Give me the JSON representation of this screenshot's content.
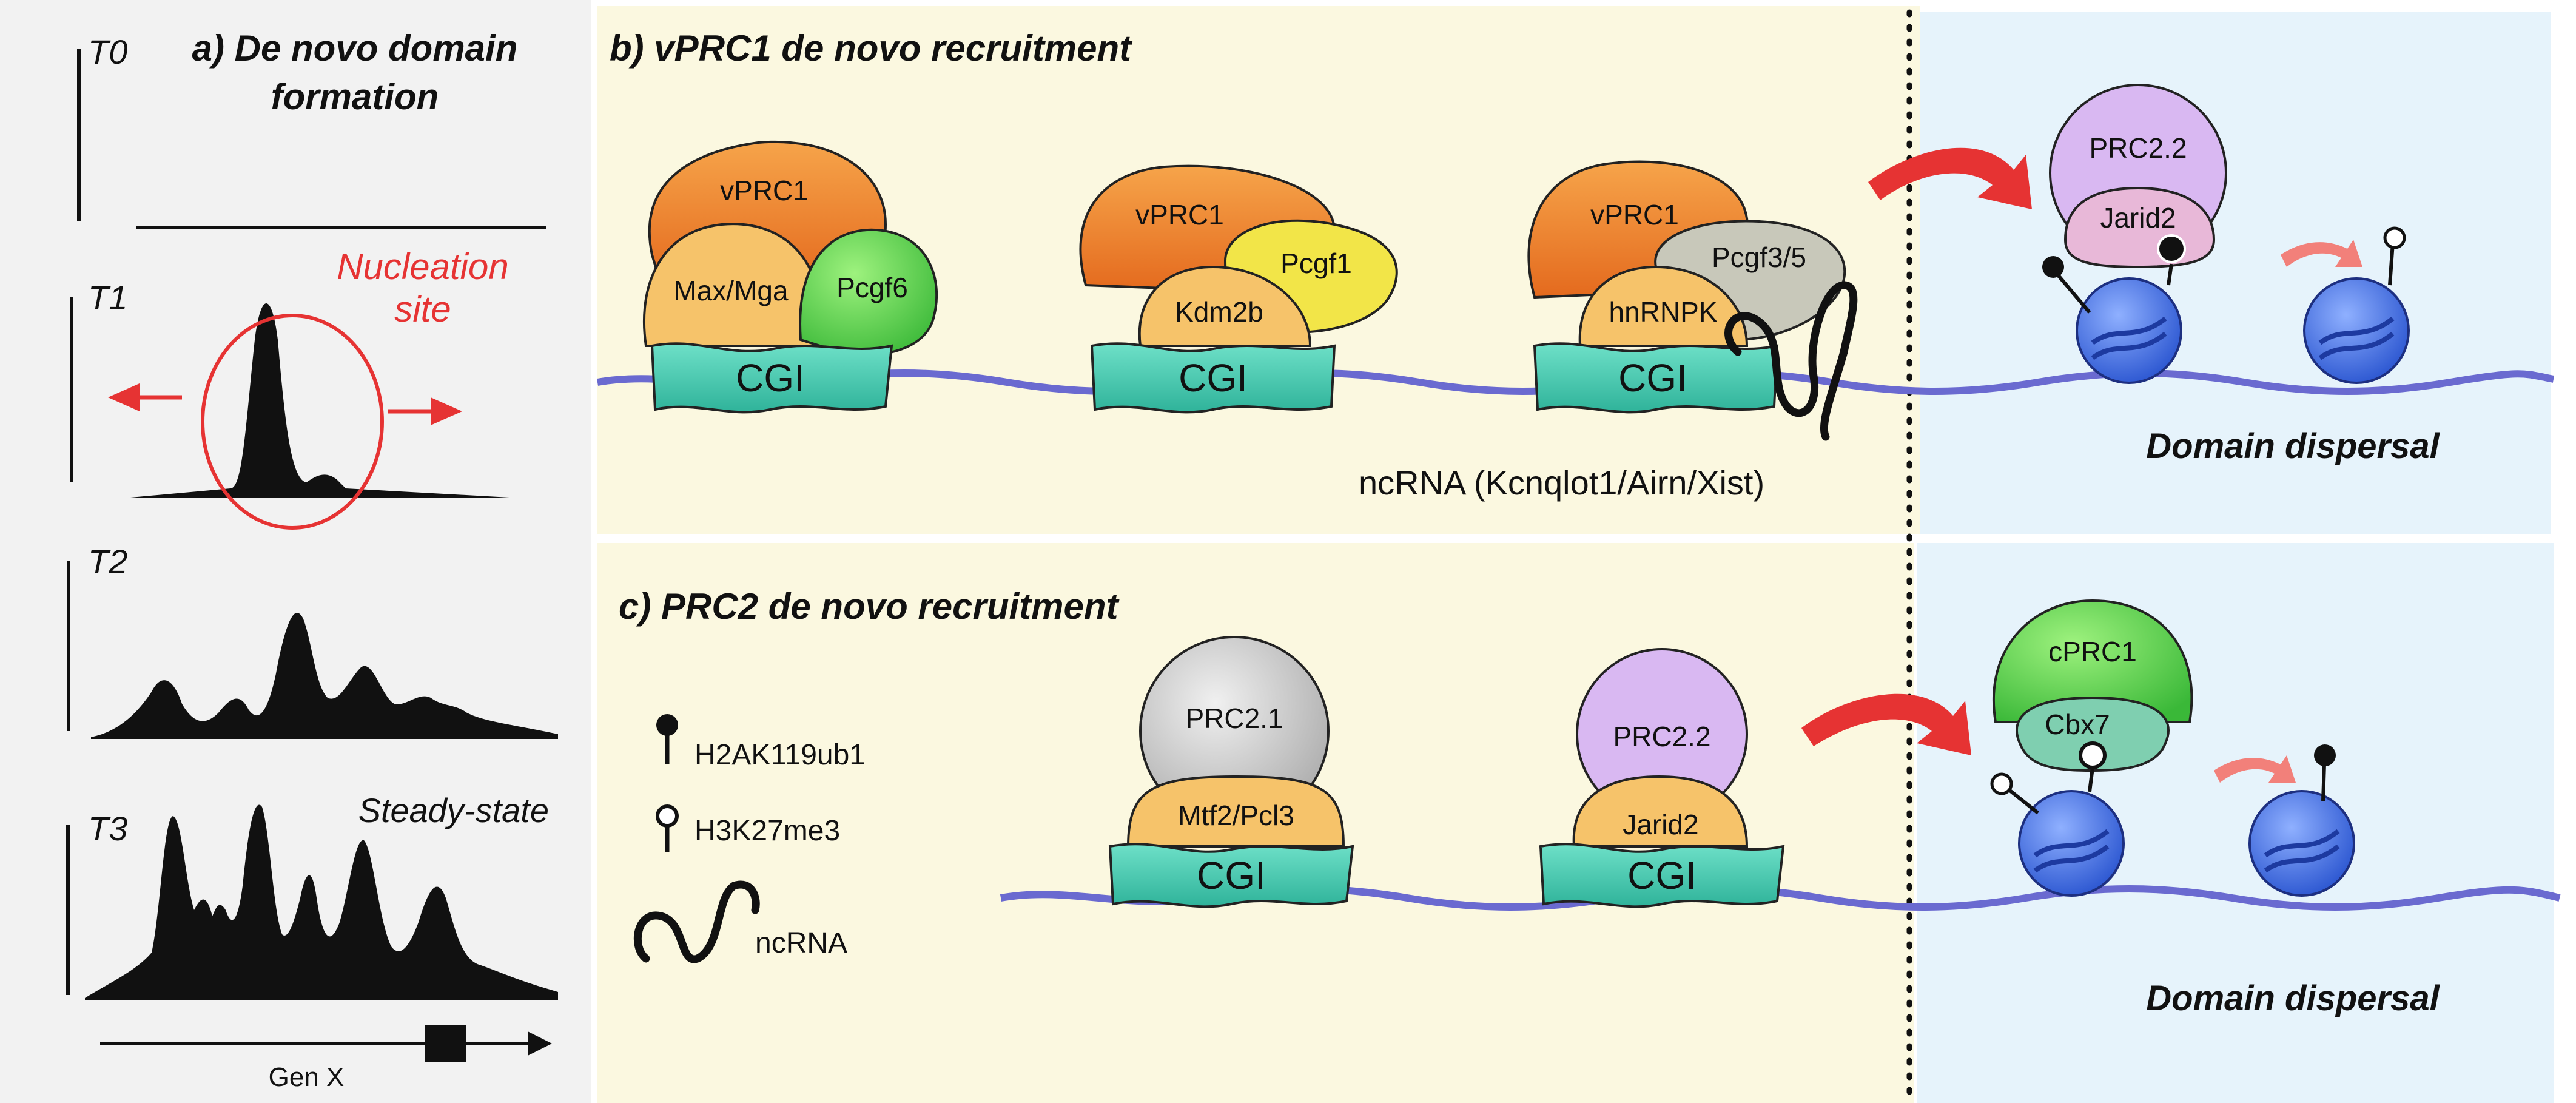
{
  "panel_a": {
    "title_line1": "a) De novo domain",
    "title_line2": "formation",
    "timepoints": [
      "T0",
      "T1",
      "T2",
      "T3"
    ],
    "nucleation_label_line1": "Nucleation",
    "nucleation_label_line2": "site",
    "steady_state_label": "Steady-state",
    "gene_label": "Gen X"
  },
  "panel_b": {
    "title": "b) vPRC1 de novo recruitment",
    "complex1": {
      "core": "vPRC1",
      "left": "Max/Mga",
      "right": "Pcgf6",
      "site": "CGI"
    },
    "complex2": {
      "core": "vPRC1",
      "left": "Kdm2b",
      "right": "Pcgf1",
      "site": "CGI"
    },
    "complex3": {
      "core": "vPRC1",
      "left": "hnRNPK",
      "right": "Pcgf3/5",
      "site": "CGI"
    },
    "ncrna_label": "ncRNA (Kcnqlot1/Airn/Xist)",
    "dispersal": {
      "complex": "PRC2.2",
      "subunit": "Jarid2",
      "label": "Domain dispersal"
    }
  },
  "panel_c": {
    "title": "c) PRC2 de novo recruitment",
    "legend": [
      {
        "icon": "filled-pin-icon",
        "label": "H2AK119ub1"
      },
      {
        "icon": "open-pin-icon",
        "label": "H3K27me3"
      },
      {
        "icon": "ncrna-squiggle-icon",
        "label": "ncRNA"
      }
    ],
    "complex1": {
      "core": "PRC2.1",
      "subunit": "Mtf2/Pcl3",
      "site": "CGI"
    },
    "complex2": {
      "core": "PRC2.2",
      "subunit": "Jarid2",
      "site": "CGI"
    },
    "dispersal": {
      "complex": "cPRC1",
      "subunit": "Cbx7",
      "label": "Domain dispersal"
    }
  },
  "colors": {
    "panel_a_bg": "#f2f2f2",
    "panel_b_c_bg": "#fbf8e0",
    "dispersal_bg": "#e6f3fb",
    "red": "#e63333",
    "dna": "#6a6ad0",
    "cgi": "#4cc9b0",
    "orange": "#f08b2c",
    "light_orange": "#f6c36a",
    "green": "#4fd64a",
    "yellow": "#f2e548",
    "gray": "#c8c8c8",
    "lilac": "#d9b8f2",
    "pink": "#e8b8d8",
    "nucleosome": "#4a78e0"
  }
}
